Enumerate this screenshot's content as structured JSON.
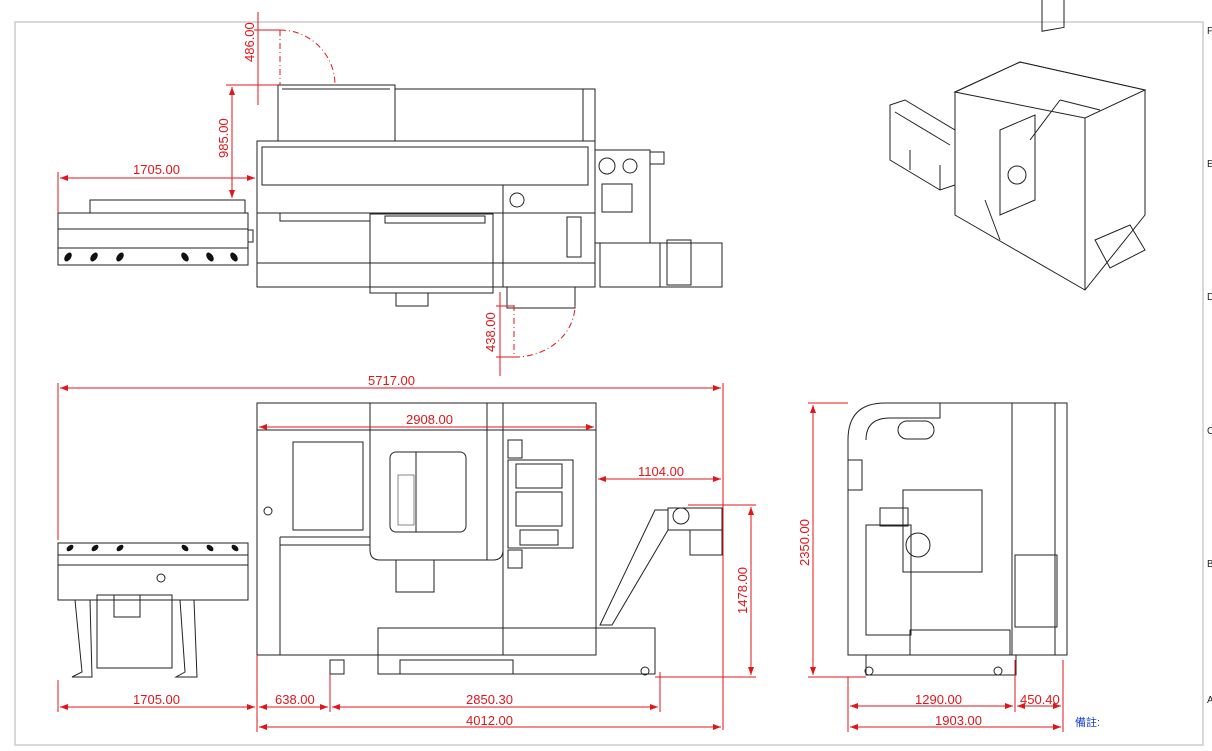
{
  "drawing": {
    "top_view": {
      "door_top_swing": "486.00",
      "door_top_offset": "985.00",
      "bar_feeder_length": "1705.00",
      "door_bottom_swing": "438.00"
    },
    "front_view": {
      "overall_length": "5717.00",
      "machine_width": "2908.00",
      "conveyor_overhang": "1104.00",
      "conveyor_height": "1478.00",
      "bar_feeder_length": "1705.00",
      "gap": "638.00",
      "base_length": "2850.30",
      "machine_total": "4012.00"
    },
    "side_view": {
      "height": "2350.00",
      "depth_main": "1290.00",
      "depth_extra": "450.40",
      "depth_total": "1903.00"
    },
    "note_label": "備註:",
    "zones": [
      "F",
      "E",
      "D",
      "C",
      "B",
      "A"
    ]
  },
  "colors": {
    "dimension": "#e0161b",
    "line": "#222222",
    "note": "#1a3fd0"
  }
}
